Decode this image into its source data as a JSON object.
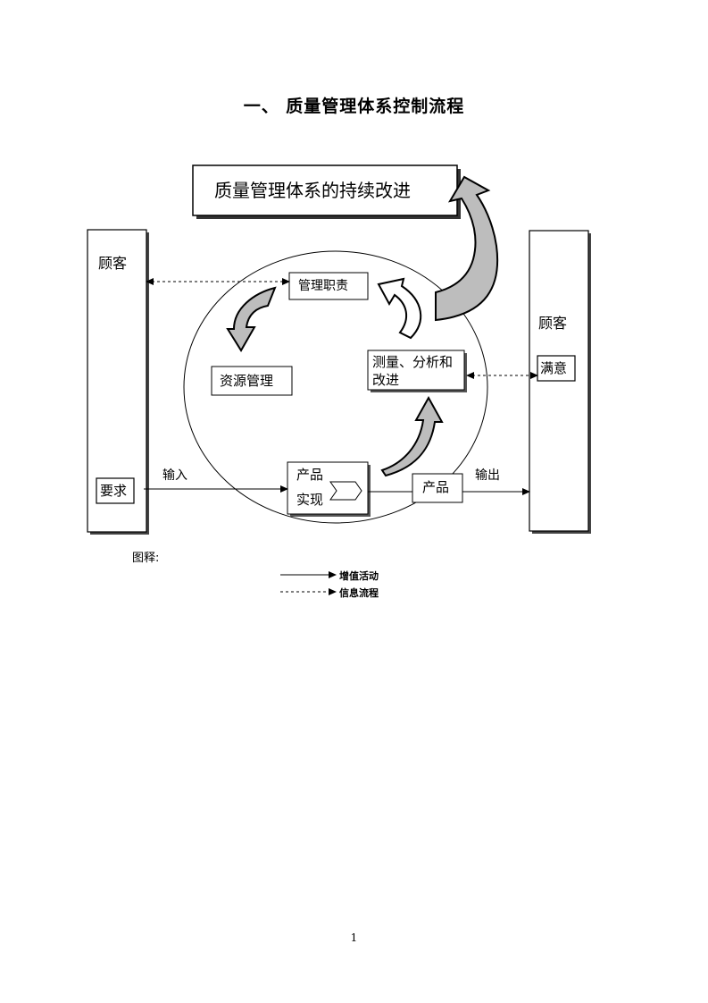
{
  "document": {
    "title": "一、 质量管理体系控制流程",
    "page_number": "1"
  },
  "diagram": {
    "improvement_box": "质量管理体系的持续改进",
    "left_column": {
      "customer": "顾客",
      "requirement": "要求"
    },
    "right_column": {
      "customer": "顾客",
      "satisfaction": "满意"
    },
    "nodes": {
      "management_responsibility": "管理职责",
      "resource_management": "资源管理",
      "measurement_line1": "测量、分析和",
      "measurement_line2": "改进",
      "product_realization_line1": "产品",
      "product_realization_line2": "实现",
      "product": "产品"
    },
    "flow_labels": {
      "input": "输入",
      "output": "输出"
    }
  },
  "legend": {
    "title": "图释:",
    "value_added": "增值活动",
    "information_flow": "信息流程"
  }
}
